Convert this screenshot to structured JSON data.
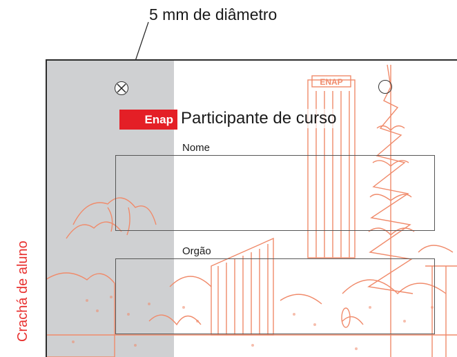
{
  "callout": {
    "diameter_text": "5 mm de diâmetro"
  },
  "side_label": "Crachá de aluno",
  "badge": {
    "brand": "Enap",
    "title": "Participante de curso",
    "building_sign": "ENAP",
    "fields": [
      {
        "label": "Nome"
      },
      {
        "label": "Orgão"
      }
    ]
  },
  "colors": {
    "brand_red": "#e41f26",
    "photo_tint": "#f08a6a",
    "label_red": "#e8312f",
    "strip_gray": "#cfd0d2"
  }
}
